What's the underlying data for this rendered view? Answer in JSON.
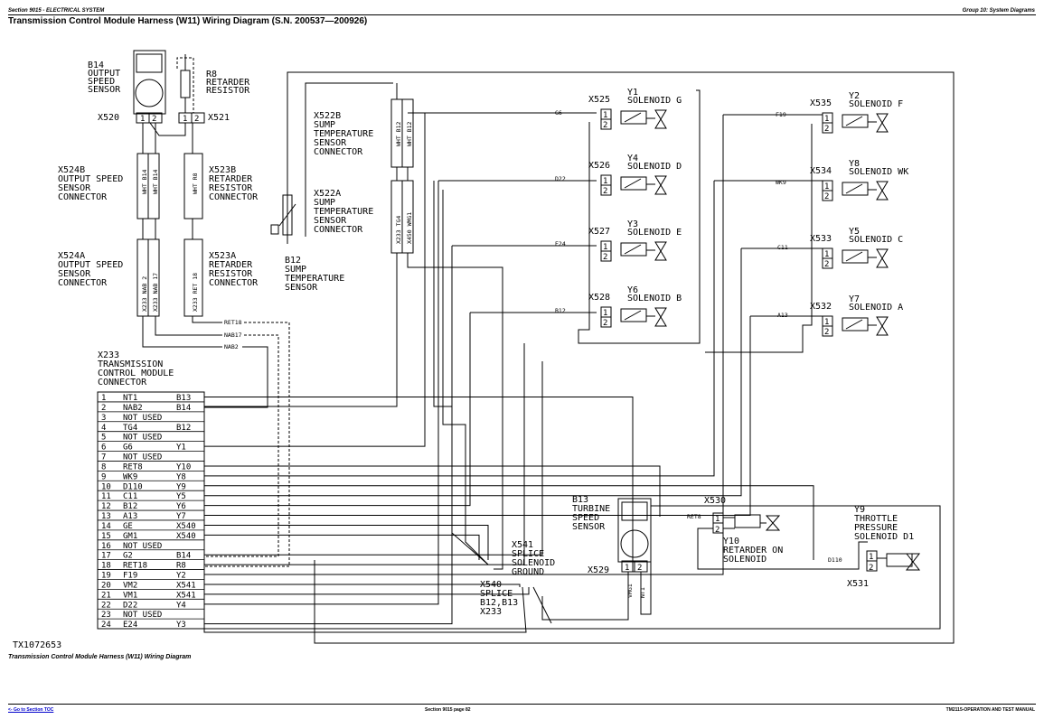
{
  "header": {
    "left": "Section 9015 - ELECTRICAL SYSTEM",
    "right": "Group 10: System Diagrams",
    "title": "Transmission Control Module Harness (W11) Wiring Diagram (S.N. 200537—200926)"
  },
  "caption": "Transmission Control Module Harness (W11) Wiring Diagram",
  "figure_id": "TX1072653",
  "footer": {
    "link": "<- Go to Section TOC",
    "center": "Section 9015 page 82",
    "right": "TM2115-OPERATION AND TEST MANUAL"
  },
  "labels": {
    "b14": [
      "B14",
      "OUTPUT",
      "SPEED",
      "SENSOR"
    ],
    "x520": "X520",
    "r8": [
      "R8",
      "RETARDER",
      "RESISTOR"
    ],
    "x521": "X521",
    "x524b": [
      "X524B",
      "OUTPUT SPEED",
      "SENSOR",
      "CONNECTOR"
    ],
    "x523b": [
      "X523B",
      "RETARDER",
      "RESISTOR",
      "CONNECTOR"
    ],
    "x524a": [
      "X524A",
      "OUTPUT SPEED",
      "SENSOR",
      "CONNECTOR"
    ],
    "x523a": [
      "X523A",
      "RETARDER",
      "RESISTOR",
      "CONNECTOR"
    ],
    "x522b": [
      "X522B",
      "SUMP",
      "TEMPERATURE",
      "SENSOR",
      "CONNECTOR"
    ],
    "x522a": [
      "X522A",
      "SUMP",
      "TEMPERATURE",
      "SENSOR",
      "CONNECTOR"
    ],
    "b12": [
      "B12",
      "SUMP",
      "TEMPERATURE",
      "SENSOR"
    ],
    "x233": [
      "X233",
      "TRANSMISSION",
      "CONTROL MODULE",
      "CONNECTOR"
    ],
    "x540": [
      "X540",
      "SPLICE",
      "B12,B13",
      "X233"
    ],
    "x541": [
      "X541",
      "SPLICE",
      "SOLENOID",
      "GROUND"
    ],
    "b13": [
      "B13",
      "TURBINE",
      "SPEED",
      "SENSOR"
    ],
    "x529": "X529",
    "x530": "X530",
    "y10": [
      "Y10",
      "RETARDER ON",
      "SOLENOID"
    ],
    "y9": [
      "Y9",
      "THROTTLE",
      "PRESSURE",
      "SOLENOID D1"
    ],
    "x531": "X531"
  },
  "wire_stubs": {
    "x524b_1": "WHT B14",
    "x524b_2": "WHT B14",
    "x523b": "WHT R8",
    "x524a_1": "X233 NAB 2",
    "x524a_2": "X233 NAB 17",
    "x523a": "X233 RET 18",
    "x522b_1": "WHT B12",
    "x522b_2": "WHT B12",
    "x522a_1": "X233 TG4",
    "x522a_2": "X450 WMG1",
    "x529_1": "VMG1",
    "x529_2": "NT1"
  },
  "wire_tags": {
    "ret18": "RET18",
    "nab17": "NAB17",
    "nab2": "NAB2",
    "g6": "G6",
    "d22": "D22",
    "e24": "E24",
    "b12": "B12",
    "f19": "F19",
    "wk9": "WK9",
    "c11": "C11",
    "a13": "A13",
    "ret8": "RET8",
    "d110": "D110"
  },
  "solenoids_left": [
    {
      "conn": "X525",
      "id": "Y1",
      "name": "SOLENOID G"
    },
    {
      "conn": "X526",
      "id": "Y4",
      "name": "SOLENOID D"
    },
    {
      "conn": "X527",
      "id": "Y3",
      "name": "SOLENOID E"
    },
    {
      "conn": "X528",
      "id": "Y6",
      "name": "SOLENOID B"
    }
  ],
  "solenoids_right": [
    {
      "conn": "X535",
      "id": "Y2",
      "name": "SOLENOID F"
    },
    {
      "conn": "X534",
      "id": "Y8",
      "name": "SOLENOID WK"
    },
    {
      "conn": "X533",
      "id": "Y5",
      "name": "SOLENOID C"
    },
    {
      "conn": "X532",
      "id": "Y7",
      "name": "SOLENOID A"
    }
  ],
  "pins": [
    {
      "n": "1",
      "w": "NT1",
      "d": "B13"
    },
    {
      "n": "2",
      "w": "NAB2",
      "d": "B14"
    },
    {
      "n": "3",
      "w": "NOT USED",
      "d": ""
    },
    {
      "n": "4",
      "w": "TG4",
      "d": "B12"
    },
    {
      "n": "5",
      "w": "NOT USED",
      "d": ""
    },
    {
      "n": "6",
      "w": "G6",
      "d": "Y1"
    },
    {
      "n": "7",
      "w": "NOT USED",
      "d": ""
    },
    {
      "n": "8",
      "w": "RET8",
      "d": "Y10"
    },
    {
      "n": "9",
      "w": "WK9",
      "d": "Y8"
    },
    {
      "n": "10",
      "w": "D110",
      "d": "Y9"
    },
    {
      "n": "11",
      "w": "C11",
      "d": "Y5"
    },
    {
      "n": "12",
      "w": "B12",
      "d": "Y6"
    },
    {
      "n": "13",
      "w": "A13",
      "d": "Y7"
    },
    {
      "n": "14",
      "w": "GE",
      "d": "X540"
    },
    {
      "n": "15",
      "w": "GM1",
      "d": "X540"
    },
    {
      "n": "16",
      "w": "NOT USED",
      "d": ""
    },
    {
      "n": "17",
      "w": "G2",
      "d": "B14"
    },
    {
      "n": "18",
      "w": "RET18",
      "d": "R8"
    },
    {
      "n": "19",
      "w": "F19",
      "d": "Y2"
    },
    {
      "n": "20",
      "w": "VM2",
      "d": "X541"
    },
    {
      "n": "21",
      "w": "VM1",
      "d": "X541"
    },
    {
      "n": "22",
      "w": "D22",
      "d": "Y4"
    },
    {
      "n": "23",
      "w": "NOT USED",
      "d": ""
    },
    {
      "n": "24",
      "w": "E24",
      "d": "Y3"
    }
  ]
}
